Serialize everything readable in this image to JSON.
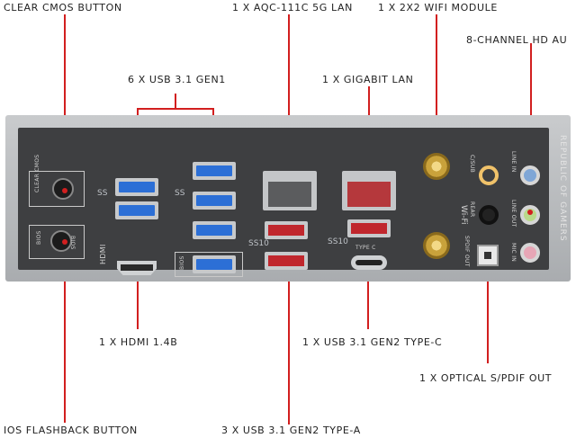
{
  "labels": {
    "clear_cmos": "CLEAR CMOS BUTTON",
    "aqc_lan": "1 X AQC-111C 5G LAN",
    "wifi": "1 X 2X2 WIFI MODULE",
    "hd_audio": "8-CHANNEL HD AU",
    "usb31_gen1": "6 X USB 3.1 GEN1",
    "gigabit_lan": "1 X GIGABIT LAN",
    "hdmi": "1 X HDMI 1.4B",
    "usb_typec": "1 X USB 3.1 GEN2 TYPE-C",
    "optical": "1 X OPTICAL S/PDIF OUT",
    "bios_flashback": "IOS FLASHBACK BUTTON",
    "usb_typea": "3 X USB 3.1 GEN2 TYPE-A"
  },
  "panel": {
    "clear_cmos_text": "CLEAR CMOS",
    "bios_text": "BIOS",
    "bios_btn_text": "BIOS",
    "hdmi_text": "HDMI",
    "ss": "SS",
    "ss10": "SS10",
    "typec_text": "TYPE C",
    "wifi_text": "Wi-Fi",
    "c_sub": "C/SUB",
    "rear": "REAR",
    "line_in": "LINE IN",
    "line_out": "LINE OUT",
    "mic_in": "MIC IN",
    "spdif_out": "SPDIF OUT",
    "rog": "REPUBLIC OF GAMERS"
  },
  "colors": {
    "accent": "#d21f1f",
    "usb_blue": "#2c6fd6",
    "usb_red": "#c0272d"
  }
}
